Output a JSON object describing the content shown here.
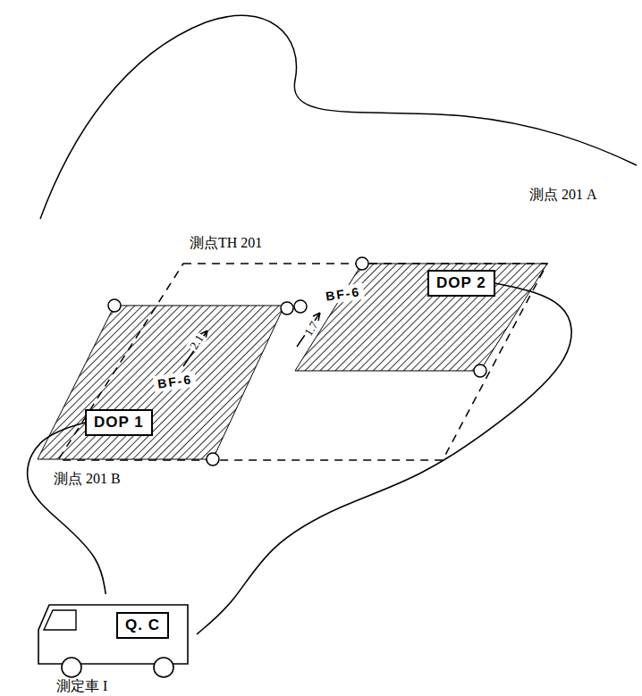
{
  "diagram": {
    "nodes": [
      {
        "text": [
          "DOP 1"
        ]
      },
      {
        "text": [
          "DOP 2"
        ]
      },
      {
        "text": [
          "測定車 I"
        ]
      },
      {
        "text": [
          "Q. C"
        ],
        "in": 2
      }
    ],
    "edges": [
      {
        "from": 2,
        "to": 0,
        "arrow": "none"
      },
      {
        "from": 2,
        "to": 1,
        "arrow": "none"
      }
    ],
    "labels": [
      "測点TH 201",
      "測点 201 A",
      "BF-6",
      "1.7",
      "2.1",
      "BF-6",
      "測点 201 B"
    ]
  }
}
